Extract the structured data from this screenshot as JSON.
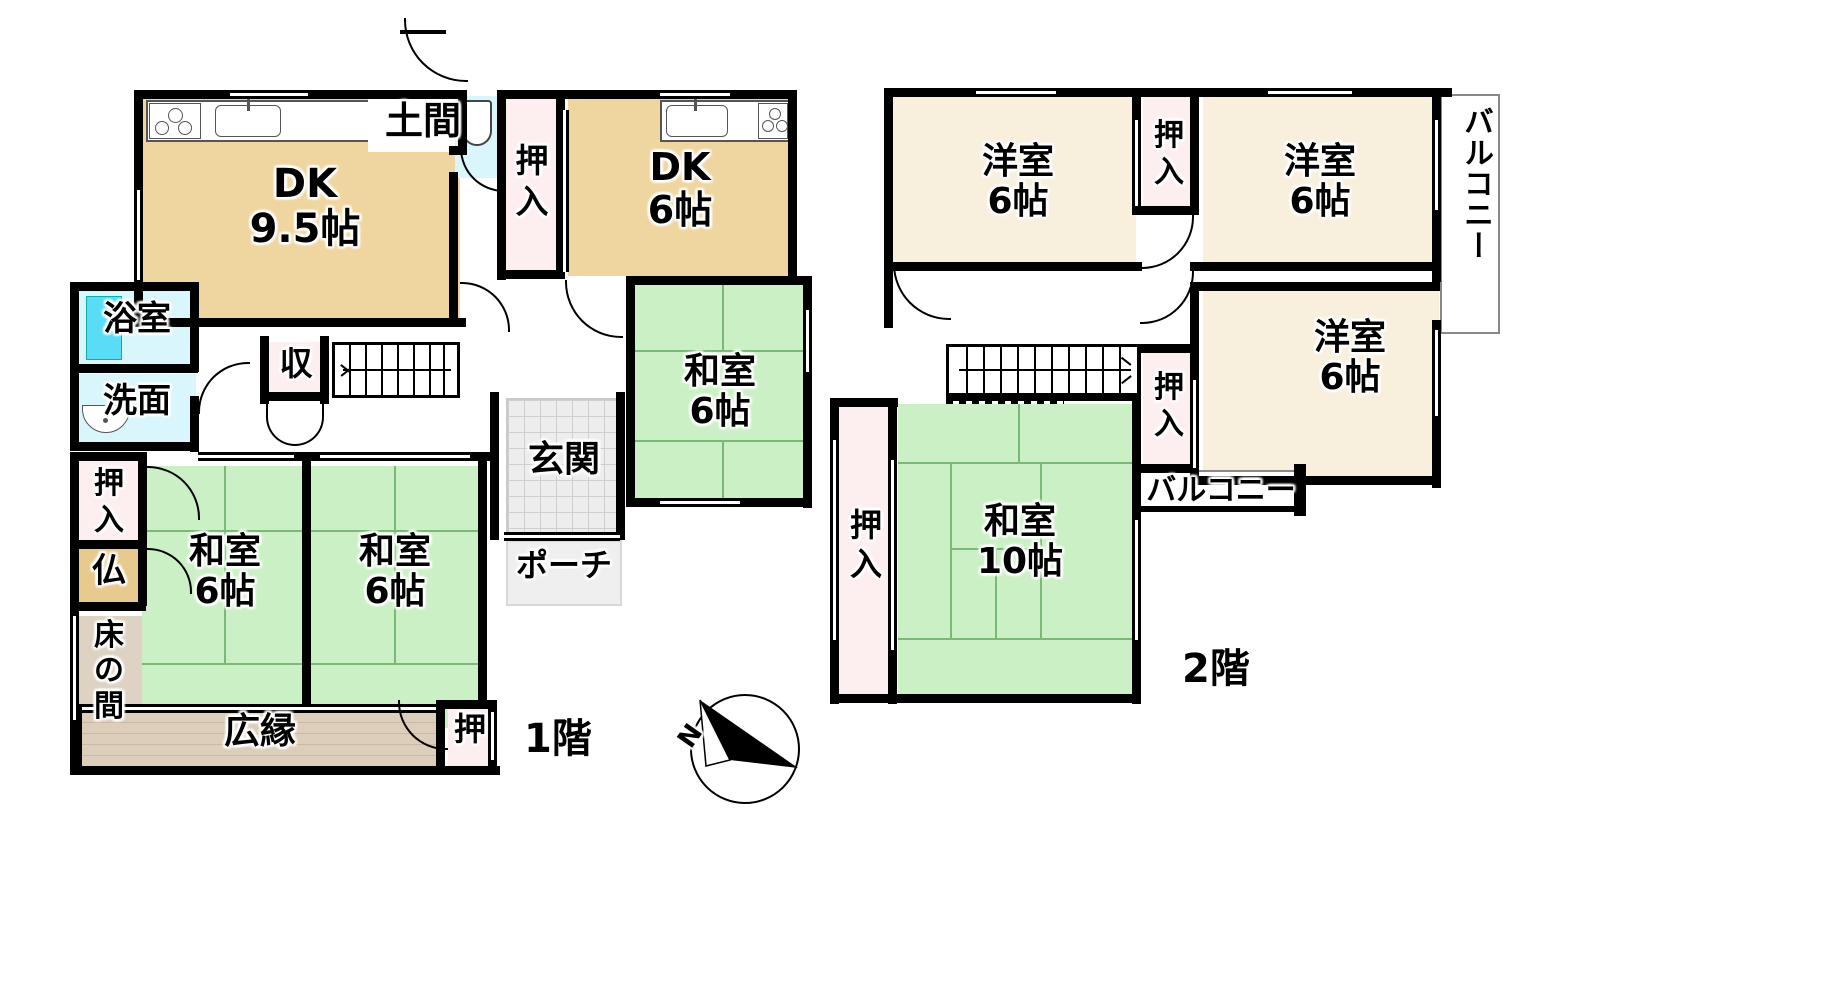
{
  "document": {
    "type": "floor-plan",
    "language": "ja",
    "floors": [
      {
        "id": "floor1",
        "label": "1階"
      },
      {
        "id": "floor2",
        "label": "2階"
      }
    ]
  },
  "floor1": {
    "label": "1階",
    "rooms": [
      {
        "name": "dk-9-5",
        "label": "DK\n9.5帖",
        "type": "dk"
      },
      {
        "name": "doma",
        "label": "土間",
        "type": "doma"
      },
      {
        "name": "oshiire-toilet-side",
        "label": "押\n入",
        "type": "closet"
      },
      {
        "name": "dk-6",
        "label": "DK\n6帖",
        "type": "dk"
      },
      {
        "name": "washitsu-6-upper",
        "label": "和室\n6帖",
        "type": "tatami"
      },
      {
        "name": "yokushitsu",
        "label": "浴室",
        "type": "bath"
      },
      {
        "name": "senmen",
        "label": "洗面",
        "type": "washroom"
      },
      {
        "name": "shuunou",
        "label": "収",
        "type": "closet"
      },
      {
        "name": "genkan",
        "label": "玄関",
        "type": "entrance"
      },
      {
        "name": "porch",
        "label": "ポーチ",
        "type": "porch"
      },
      {
        "name": "oshiire-left",
        "label": "押\n入",
        "type": "closet"
      },
      {
        "name": "butsuma",
        "label": "仏",
        "type": "butsudan"
      },
      {
        "name": "tokonoma",
        "label": "床\nの\n間",
        "type": "tokonoma"
      },
      {
        "name": "washitsu-6-a",
        "label": "和室\n6帖",
        "type": "tatami"
      },
      {
        "name": "washitsu-6-b",
        "label": "和室\n6帖",
        "type": "tatami"
      },
      {
        "name": "hiroen",
        "label": "広縁",
        "type": "veranda"
      },
      {
        "name": "oshi-corner",
        "label": "押",
        "type": "closet"
      }
    ]
  },
  "floor2": {
    "label": "2階",
    "rooms": [
      {
        "name": "yoshitsu-6-nw",
        "label": "洋室\n6帖",
        "type": "western"
      },
      {
        "name": "oshiire-top-mid",
        "label": "押\n入",
        "type": "closet"
      },
      {
        "name": "yoshitsu-6-ne",
        "label": "洋室\n6帖",
        "type": "western"
      },
      {
        "name": "balcony-right",
        "label": "バルコニー",
        "type": "balcony"
      },
      {
        "name": "yoshitsu-6-e",
        "label": "洋室\n6帖",
        "type": "western"
      },
      {
        "name": "oshiire-mid",
        "label": "押\n入",
        "type": "closet"
      },
      {
        "name": "balcony-mid",
        "label": "バルコニー",
        "type": "balcony"
      },
      {
        "name": "oshiire-left-2f",
        "label": "押\n入",
        "type": "closet"
      },
      {
        "name": "washitsu-10",
        "label": "和室\n10帖",
        "type": "tatami"
      }
    ]
  },
  "compass": {
    "label": "N",
    "name": "north-arrow"
  },
  "colors": {
    "dk": "#efd5a0",
    "tatami": "#ccf0c6",
    "western": "#f8efdd",
    "closet": "#fdeef0",
    "water": "#d8f6fb",
    "tub": "#59dcf5",
    "butsudan": "#e8c98e",
    "tokonoma": "#ded2c2",
    "entrance": "#ededed",
    "veranda": "#ddcdbb",
    "wall": "#000000"
  }
}
